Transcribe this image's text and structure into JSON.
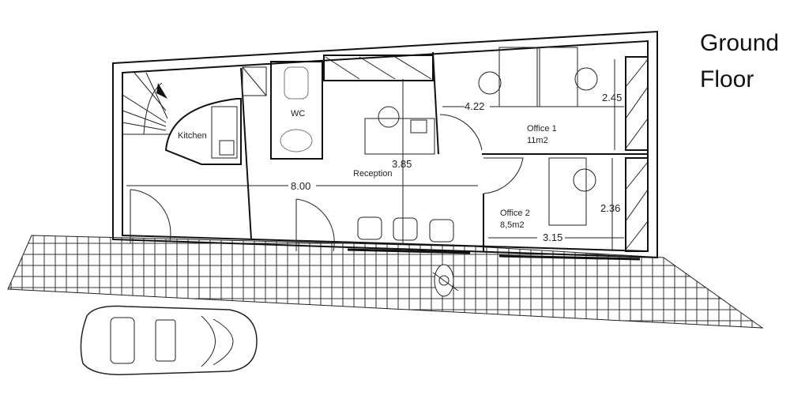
{
  "title": {
    "line1": "Ground",
    "line2": "Floor"
  },
  "rooms": {
    "kitchen": "Kitchen",
    "wc": "WC",
    "reception": "Reception",
    "office1": {
      "name": "Office 1",
      "area": "11m2"
    },
    "office2": {
      "name": "Office 2",
      "area": "8,5m2"
    }
  },
  "dimensions": {
    "total_length": "8.00",
    "reception_depth": "3.85",
    "office1_length": "4.22",
    "office1_depth": "2.45",
    "office2_depth": "2.36",
    "office2_length": "3.15"
  }
}
